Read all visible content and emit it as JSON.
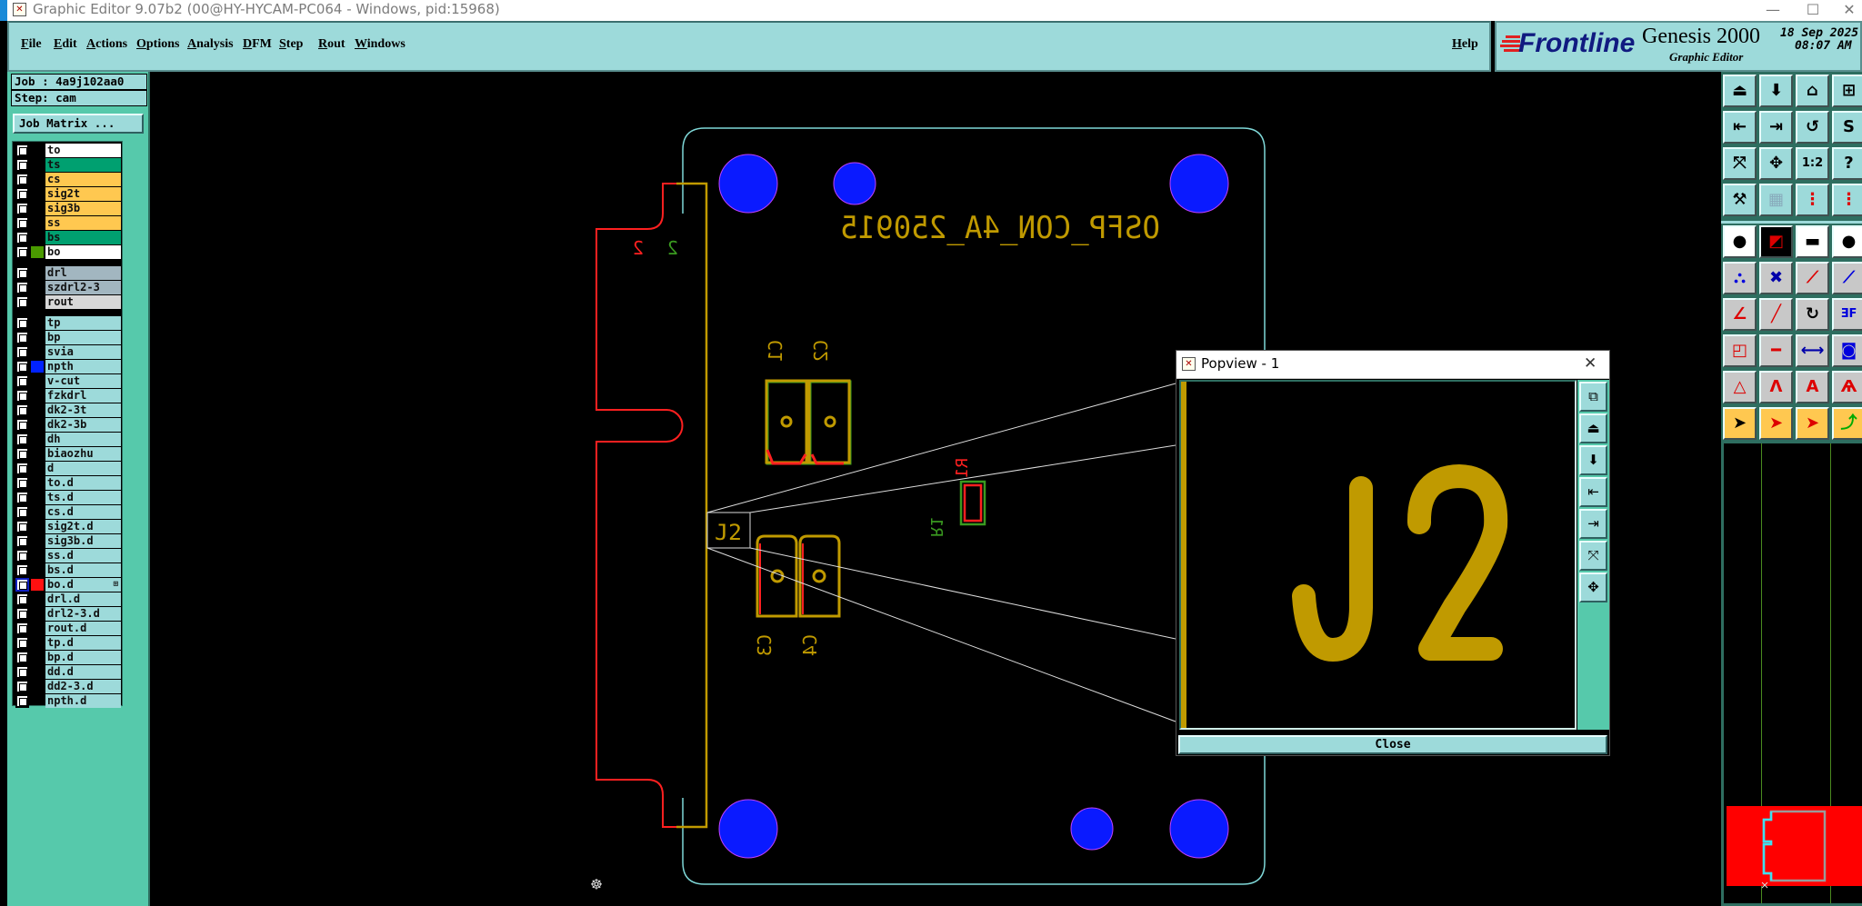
{
  "window": {
    "title": "Graphic Editor 9.07b2 (00@HY-HYCAM-PC064 - Windows, pid:15968)",
    "minimize": "—",
    "maximize": "☐",
    "close": "✕"
  },
  "menu": {
    "items": [
      "File",
      "Edit",
      "Actions",
      "Options",
      "Analysis",
      "DFM",
      "Step",
      "Rout",
      "Windows"
    ],
    "help": "Help"
  },
  "brand": {
    "logo": "Frontline",
    "product": "Genesis 2000",
    "subtitle": "Graphic Editor",
    "date": "18 Sep 2025",
    "time": "08:07 AM"
  },
  "job": {
    "job": "Job : 4a9j102aa0",
    "step": "Step: cam",
    "matrix_button": "Job Matrix ..."
  },
  "layers": [
    {
      "name": "to",
      "bg": "#ffffff",
      "group": 0
    },
    {
      "name": "ts",
      "bg": "#00a070",
      "group": 0
    },
    {
      "name": "cs",
      "bg": "#ffc850",
      "group": 0
    },
    {
      "name": "sig2t",
      "bg": "#ffc850",
      "group": 0
    },
    {
      "name": "sig3b",
      "bg": "#ffc850",
      "group": 0
    },
    {
      "name": "ss",
      "bg": "#ffc850",
      "group": 0
    },
    {
      "name": "bs",
      "bg": "#00a070",
      "group": 0
    },
    {
      "name": "bo",
      "bg": "#ffffff",
      "group": 0,
      "swatch": "#4a9a00"
    },
    {
      "name": "drl",
      "bg": "#a2b6c0",
      "group": 1
    },
    {
      "name": "szdrl2-3",
      "bg": "#a2b6c0",
      "group": 1
    },
    {
      "name": "rout",
      "bg": "#d8d8d8",
      "group": 1
    },
    {
      "name": "tp",
      "bg": "#9ddada",
      "group": 2
    },
    {
      "name": "bp",
      "bg": "#9ddada",
      "group": 2
    },
    {
      "name": "svia",
      "bg": "#9ddada",
      "group": 2
    },
    {
      "name": "npth",
      "bg": "#9ddada",
      "group": 2,
      "swatch": "#0022ff"
    },
    {
      "name": "v-cut",
      "bg": "#9ddada",
      "group": 2
    },
    {
      "name": "fzkdrl",
      "bg": "#9ddada",
      "group": 2
    },
    {
      "name": "dk2-3t",
      "bg": "#9ddada",
      "group": 2
    },
    {
      "name": "dk2-3b",
      "bg": "#9ddada",
      "group": 2
    },
    {
      "name": "dh",
      "bg": "#9ddada",
      "group": 2
    },
    {
      "name": "biaozhu",
      "bg": "#9ddada",
      "group": 2
    },
    {
      "name": "d",
      "bg": "#9ddada",
      "group": 2
    },
    {
      "name": "to.d",
      "bg": "#9ddada",
      "group": 2
    },
    {
      "name": "ts.d",
      "bg": "#9ddada",
      "group": 2
    },
    {
      "name": "cs.d",
      "bg": "#9ddada",
      "group": 2
    },
    {
      "name": "sig2t.d",
      "bg": "#9ddada",
      "group": 2
    },
    {
      "name": "sig3b.d",
      "bg": "#9ddada",
      "group": 2
    },
    {
      "name": "ss.d",
      "bg": "#9ddada",
      "group": 2
    },
    {
      "name": "bs.d",
      "bg": "#9ddada",
      "group": 2
    },
    {
      "name": "bo.d",
      "bg": "#9ddada",
      "group": 2,
      "swatch": "#ff1010",
      "active": true
    },
    {
      "name": "drl.d",
      "bg": "#9ddada",
      "group": 2
    },
    {
      "name": "drl2-3.d",
      "bg": "#9ddada",
      "group": 2
    },
    {
      "name": "rout.d",
      "bg": "#9ddada",
      "group": 2
    },
    {
      "name": "tp.d",
      "bg": "#9ddada",
      "group": 2
    },
    {
      "name": "bp.d",
      "bg": "#9ddada",
      "group": 2
    },
    {
      "name": "dd.d",
      "bg": "#9ddada",
      "group": 2
    },
    {
      "name": "dd2-3.d",
      "bg": "#9ddada",
      "group": 2
    },
    {
      "name": "npth.d",
      "bg": "#9ddada",
      "group": 2
    }
  ],
  "board": {
    "title_text": "OSFP_CON_4A_250915",
    "labels": {
      "c1": "C1",
      "c2": "C2",
      "c3": "C3",
      "c4": "C4",
      "r1_top": "R1",
      "r1_bottom": "R1",
      "j2": "J2",
      "mark_red": "2",
      "mark_green": "2"
    },
    "origin_marker": "☸"
  },
  "colors": {
    "silk": "#c09a00",
    "outline": "#7fd8d8",
    "rout": "#ff2020",
    "hole": "#0a1aff",
    "hole_edge": "#c040ff",
    "bottom_silk": "#3a9a20"
  },
  "popview": {
    "title": "Popview - 1",
    "close_x": "✕",
    "zoom_text": "J2",
    "close_button": "Close",
    "buttons": [
      {
        "name": "zoom-home-icon",
        "glyph": "⧉"
      },
      {
        "name": "pan-up-icon",
        "glyph": "⏏"
      },
      {
        "name": "pan-down-icon",
        "glyph": "⬇"
      },
      {
        "name": "pan-left-icon",
        "glyph": "⇤"
      },
      {
        "name": "pan-right-icon",
        "glyph": "⇥"
      },
      {
        "name": "zoom-in-icon",
        "glyph": "⤧"
      },
      {
        "name": "zoom-out-icon",
        "glyph": "✥"
      }
    ]
  },
  "toolbar": [
    {
      "name": "pan-up-icon",
      "glyph": "⏏",
      "bg": "#9ddada",
      "fg": "#000"
    },
    {
      "name": "pan-down-icon",
      "glyph": "⬇",
      "bg": "#9ddada",
      "fg": "#000"
    },
    {
      "name": "home-icon",
      "glyph": "⌂",
      "bg": "#9ddada",
      "fg": "#000"
    },
    {
      "name": "grid-xy-icon",
      "glyph": "⊞",
      "bg": "#9ddada",
      "fg": "#000"
    },
    {
      "name": "pan-left-icon",
      "glyph": "⇤",
      "bg": "#9ddada",
      "fg": "#000"
    },
    {
      "name": "pan-right-icon",
      "glyph": "⇥",
      "bg": "#9ddada",
      "fg": "#000"
    },
    {
      "name": "undo-view-icon",
      "glyph": "↺",
      "bg": "#9ddada",
      "fg": "#000"
    },
    {
      "name": "snap-icon",
      "glyph": "S",
      "bg": "#9ddada",
      "fg": "#000"
    },
    {
      "name": "zoom-in-icon",
      "glyph": "⤧",
      "bg": "#9ddada",
      "fg": "#000"
    },
    {
      "name": "zoom-out-icon",
      "glyph": "✥",
      "bg": "#9ddada",
      "fg": "#000"
    },
    {
      "name": "scale-icon",
      "glyph": "1:2",
      "bg": "#9ddada",
      "fg": "#000"
    },
    {
      "name": "help-icon",
      "glyph": "?",
      "bg": "#9ddada",
      "fg": "#000"
    },
    {
      "name": "tools-icon",
      "glyph": "⚒",
      "bg": "#9ddada",
      "fg": "#000"
    },
    {
      "name": "grid-icon",
      "glyph": "▦",
      "bg": "#9ddada",
      "fg": "#8ab"
    },
    {
      "name": "layer-snap-icon",
      "glyph": "⋮",
      "bg": "#9ddada",
      "fg": "#d00"
    },
    {
      "name": "layer-snap-alt-icon",
      "glyph": "⋮",
      "bg": "#9ddada",
      "fg": "#d00"
    },
    {
      "name": "select-feature-icon",
      "glyph": "●",
      "bg": "#fff",
      "fg": "#000"
    },
    {
      "name": "measure-area-icon",
      "glyph": "◩",
      "bg": "#000",
      "fg": "#d00"
    },
    {
      "name": "ruler-icon",
      "glyph": "▬",
      "bg": "#fff",
      "fg": "#000"
    },
    {
      "name": "pad-icon",
      "glyph": "●",
      "bg": "#fff",
      "fg": "#000"
    },
    {
      "name": "connect-icon",
      "glyph": "⛬",
      "bg": "#c8c8c8",
      "fg": "#00d"
    },
    {
      "name": "delete-point-icon",
      "glyph": "✖",
      "bg": "#c8c8c8",
      "fg": "#00a"
    },
    {
      "name": "move-point-icon",
      "glyph": "⟋",
      "bg": "#c8c8c8",
      "fg": "#d00"
    },
    {
      "name": "move-pad-icon",
      "glyph": "⟋",
      "bg": "#c8c8c8",
      "fg": "#00d"
    },
    {
      "name": "angle-icon",
      "glyph": "∠",
      "bg": "#c8c8c8",
      "fg": "#d00"
    },
    {
      "name": "line-icon",
      "glyph": "╱",
      "bg": "#c8c8c8",
      "fg": "#d00"
    },
    {
      "name": "rotate-icon",
      "glyph": "↻",
      "bg": "#c8c8c8",
      "fg": "#000"
    },
    {
      "name": "mirror-icon",
      "glyph": "ƎF",
      "bg": "#c8c8c8",
      "fg": "#00d"
    },
    {
      "name": "copy-feature-icon",
      "glyph": "◰",
      "bg": "#c8c8c8",
      "fg": "#d00"
    },
    {
      "name": "line-split-icon",
      "glyph": "━",
      "bg": "#c8c8c8",
      "fg": "#d00"
    },
    {
      "name": "dimension-icon",
      "glyph": "⟷",
      "bg": "#c8c8c8",
      "fg": "#00a"
    },
    {
      "name": "shapes-icon",
      "glyph": "◙",
      "bg": "#c8c8c8",
      "fg": "#00d"
    },
    {
      "name": "arc-icon",
      "glyph": "△",
      "bg": "#c8c8c8",
      "fg": "#d00"
    },
    {
      "name": "arc-double-icon",
      "glyph": "Λ",
      "bg": "#c8c8c8",
      "fg": "#d00"
    },
    {
      "name": "arc-fill-icon",
      "glyph": "A",
      "bg": "#c8c8c8",
      "fg": "#d00"
    },
    {
      "name": "arc-cross-icon",
      "glyph": "Ѧ",
      "bg": "#c8c8c8",
      "fg": "#d00"
    },
    {
      "name": "pointer-icon",
      "glyph": "➤",
      "bg": "#ffc850",
      "fg": "#000"
    },
    {
      "name": "select-box-icon",
      "glyph": "➤",
      "bg": "#ffc850",
      "fg": "#d00"
    },
    {
      "name": "select-polygon-icon",
      "glyph": "➤",
      "bg": "#ffc850",
      "fg": "#d00"
    },
    {
      "name": "select-net-icon",
      "glyph": "⤴",
      "bg": "#ffc850",
      "fg": "#0a0"
    }
  ]
}
